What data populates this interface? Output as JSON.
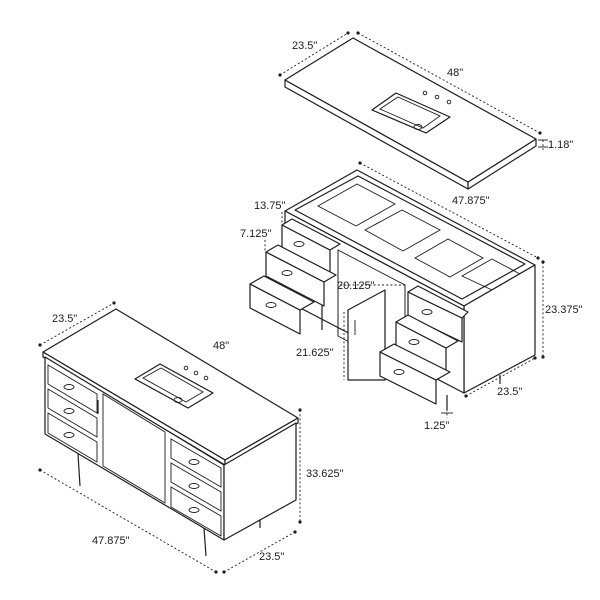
{
  "diagram": {
    "countertop": {
      "depth_label": "23.5\"",
      "width_label": "48\"",
      "thickness_label": "1.18\""
    },
    "exploded_cabinet": {
      "width_label": "47.875\"",
      "drawer_top_label": "13.75\"",
      "drawer_height_label": "7.125\"",
      "door_width_label": "20.125\"",
      "door_height_label": "21.625\"",
      "height_label": "23.375\"",
      "depth_label": "23.5\"",
      "leg_label": "1.25\""
    },
    "assembled_vanity": {
      "depth_label": "23.5\"",
      "width_label": "48\"",
      "height_label": "33.625\"",
      "base_width_label": "47.875\"",
      "base_depth_label": "23.5\""
    }
  },
  "colors": {
    "stroke": "#1d1d1d",
    "background": "#ffffff"
  }
}
